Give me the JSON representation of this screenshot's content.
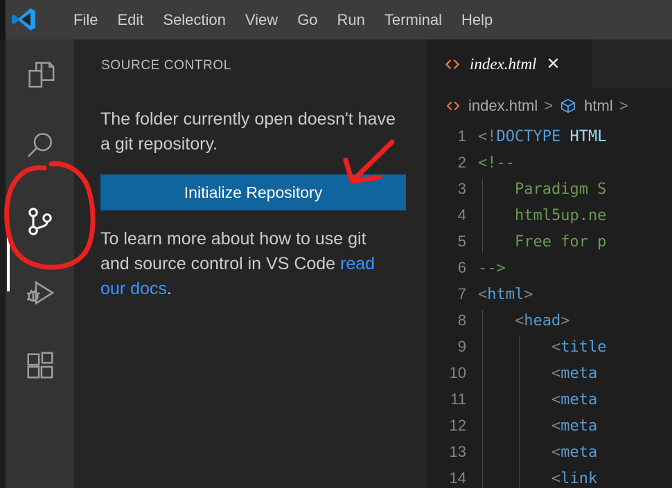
{
  "window": {
    "app_name": "Visual Studio Code",
    "logo_icon": "vscode-logo-icon"
  },
  "menubar": {
    "items": [
      {
        "label": "File"
      },
      {
        "label": "Edit"
      },
      {
        "label": "Selection"
      },
      {
        "label": "View"
      },
      {
        "label": "Go"
      },
      {
        "label": "Run"
      },
      {
        "label": "Terminal"
      },
      {
        "label": "Help"
      }
    ]
  },
  "activity_bar": {
    "items": [
      {
        "name": "explorer",
        "icon": "files-icon",
        "active": false
      },
      {
        "name": "search",
        "icon": "search-icon",
        "active": false
      },
      {
        "name": "source-control",
        "icon": "source-control-branch-icon",
        "active": true
      },
      {
        "name": "run-and-debug",
        "icon": "run-debug-icon",
        "active": false
      },
      {
        "name": "extensions",
        "icon": "extensions-icon",
        "active": false
      }
    ]
  },
  "sidebar": {
    "title": "SOURCE CONTROL",
    "message": "The folder currently open doesn't have a git repository.",
    "init_button_label": "Initialize Repository",
    "help_text_before": "To learn more about how to use git and source control in VS Code ",
    "help_link_text": "read our docs",
    "help_text_after": "."
  },
  "editor": {
    "tab": {
      "label": "index.html",
      "icon": "html-file-icon",
      "close_icon": "close-icon",
      "preview": true
    },
    "breadcrumb": [
      {
        "label": "index.html",
        "icon": "html-file-icon"
      },
      {
        "label": "html",
        "icon": "symbol-cube-icon"
      }
    ],
    "breadcrumb_separator": ">",
    "code": [
      {
        "line": 1,
        "indent": 0,
        "tokens": [
          {
            "t": "<!",
            "c": "punct"
          },
          {
            "t": "DOCTYPE",
            "c": "tag"
          },
          {
            "t": " HTML",
            "c": "doctype"
          }
        ]
      },
      {
        "line": 2,
        "indent": 0,
        "tokens": [
          {
            "t": "<!--",
            "c": "comment"
          }
        ]
      },
      {
        "line": 3,
        "indent": 1,
        "tokens": [
          {
            "t": "    Paradigm S",
            "c": "comment"
          }
        ]
      },
      {
        "line": 4,
        "indent": 1,
        "tokens": [
          {
            "t": "    html5up.ne",
            "c": "comment"
          }
        ]
      },
      {
        "line": 5,
        "indent": 1,
        "tokens": [
          {
            "t": "    Free for p",
            "c": "comment"
          }
        ]
      },
      {
        "line": 6,
        "indent": 0,
        "tokens": [
          {
            "t": "-->",
            "c": "comment"
          }
        ]
      },
      {
        "line": 7,
        "indent": 0,
        "tokens": [
          {
            "t": "<",
            "c": "punct"
          },
          {
            "t": "html",
            "c": "tag"
          },
          {
            "t": ">",
            "c": "punct"
          }
        ]
      },
      {
        "line": 8,
        "indent": 1,
        "tokens": [
          {
            "t": "    <",
            "c": "punct"
          },
          {
            "t": "head",
            "c": "tag"
          },
          {
            "t": ">",
            "c": "punct"
          }
        ]
      },
      {
        "line": 9,
        "indent": 2,
        "tokens": [
          {
            "t": "        <",
            "c": "punct"
          },
          {
            "t": "title",
            "c": "tag"
          }
        ]
      },
      {
        "line": 10,
        "indent": 2,
        "tokens": [
          {
            "t": "        <",
            "c": "punct"
          },
          {
            "t": "meta",
            "c": "tag"
          }
        ]
      },
      {
        "line": 11,
        "indent": 2,
        "tokens": [
          {
            "t": "        <",
            "c": "punct"
          },
          {
            "t": "meta",
            "c": "tag"
          }
        ]
      },
      {
        "line": 12,
        "indent": 2,
        "tokens": [
          {
            "t": "        <",
            "c": "punct"
          },
          {
            "t": "meta",
            "c": "tag"
          }
        ]
      },
      {
        "line": 13,
        "indent": 2,
        "tokens": [
          {
            "t": "        <",
            "c": "punct"
          },
          {
            "t": "meta",
            "c": "tag"
          }
        ]
      },
      {
        "line": 14,
        "indent": 2,
        "tokens": [
          {
            "t": "        <",
            "c": "punct"
          },
          {
            "t": "link",
            "c": "tag"
          }
        ]
      }
    ]
  },
  "annotations": {
    "color": "#e8221f",
    "circle_target": "source-control-activity-icon",
    "arrow_target": "initialize-repository-button"
  },
  "colors": {
    "titlebar_bg": "#3c3c3c",
    "activitybar_bg": "#333333",
    "sidebar_bg": "#252526",
    "editor_bg": "#1e1e1e",
    "button_blue": "#10659f",
    "link_blue": "#3794ff",
    "comment_green": "#6a9955",
    "tag_blue": "#569cd6",
    "html_icon_orange": "#e8733f",
    "annotation_red": "#e8221f"
  }
}
